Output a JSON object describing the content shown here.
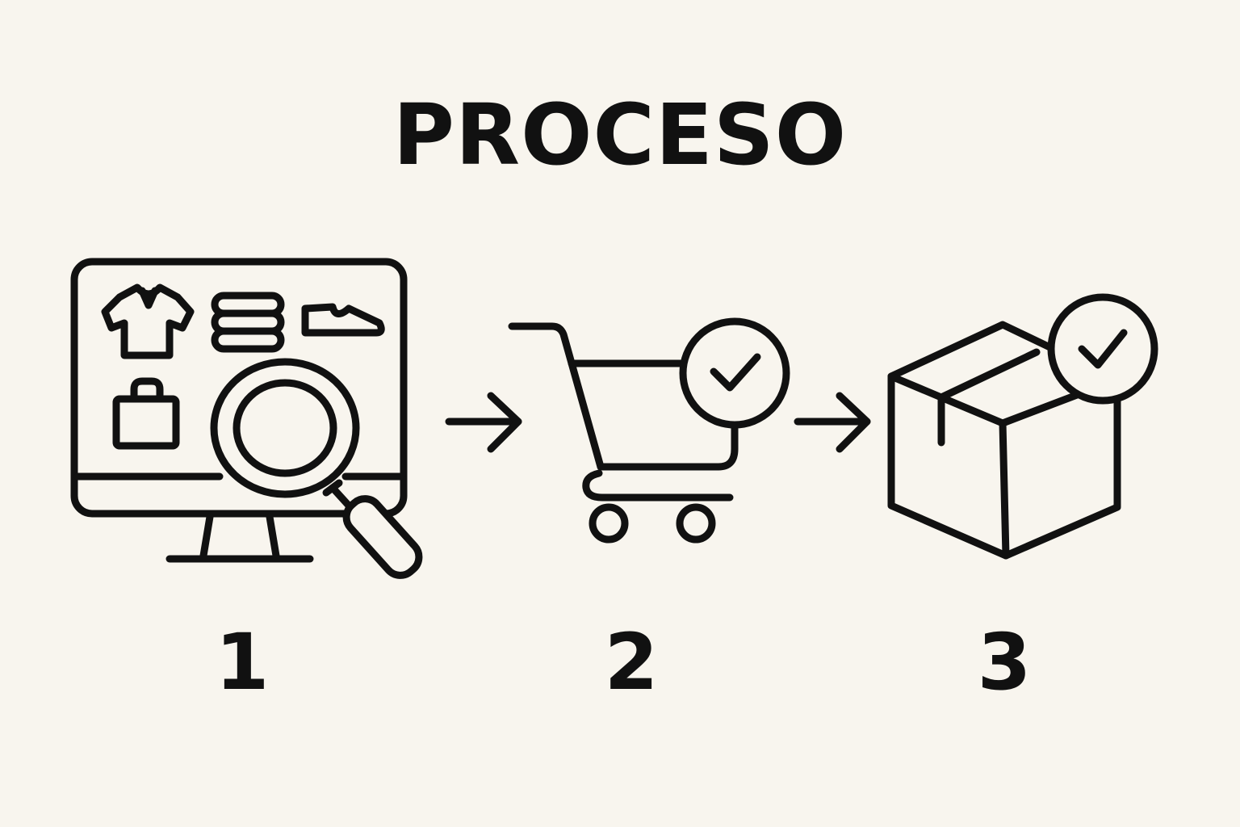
{
  "title": "PROCESO",
  "steps": [
    {
      "number": "1",
      "icon": "online-shop-search-icon"
    },
    {
      "number": "2",
      "icon": "cart-checked-icon"
    },
    {
      "number": "3",
      "icon": "package-checked-icon"
    }
  ],
  "colors": {
    "background": "#f8f5ee",
    "ink": "#111111"
  }
}
